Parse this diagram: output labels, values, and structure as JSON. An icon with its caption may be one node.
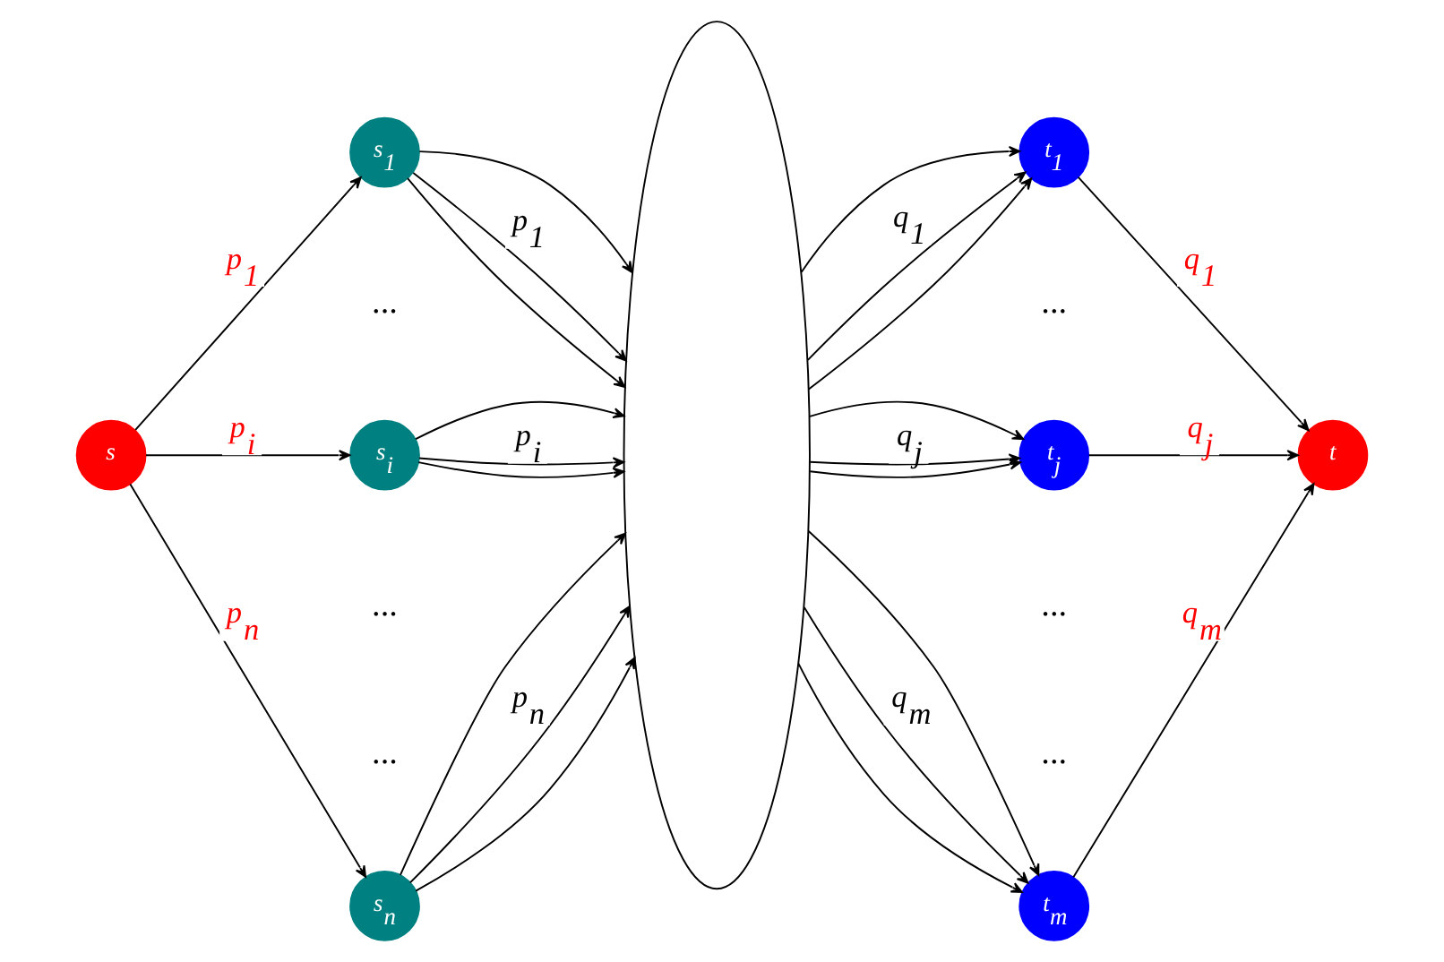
{
  "diagram": {
    "nodes": [
      {
        "text": [
          "s"
        ]
      },
      {
        "text": [
          "s$_{1}$"
        ]
      },
      {
        "text": [
          "s$_{i}$"
        ]
      },
      {
        "text": [
          "s$_{n}$"
        ]
      },
      {
        "text": [],
        "shape": "ellipse"
      },
      {
        "text": [
          "t$_{1}$"
        ]
      },
      {
        "text": [
          "t$_{j}$"
        ]
      },
      {
        "text": [
          "t$_{m}$"
        ]
      },
      {
        "text": [
          "t"
        ]
      }
    ],
    "edges": [
      {
        "from": 0,
        "to": 1,
        "arrow": "to",
        "label": "p$_{1}$"
      },
      {
        "from": 0,
        "to": 2,
        "arrow": "to",
        "label": "p$_{i}$"
      },
      {
        "from": 0,
        "to": 3,
        "arrow": "to",
        "label": "p$_{n}$"
      },
      {
        "from": 1,
        "to": 4,
        "arrow": "to"
      },
      {
        "from": 1,
        "to": 4,
        "arrow": "to",
        "label": "p$_{1}$"
      },
      {
        "from": 1,
        "to": 4,
        "arrow": "to"
      },
      {
        "from": 2,
        "to": 4,
        "arrow": "to"
      },
      {
        "from": 2,
        "to": 4,
        "arrow": "to",
        "label": "p$_{i}$"
      },
      {
        "from": 2,
        "to": 4,
        "arrow": "to"
      },
      {
        "from": 3,
        "to": 4,
        "arrow": "to"
      },
      {
        "from": 3,
        "to": 4,
        "arrow": "to",
        "label": "p$_{n}$"
      },
      {
        "from": 3,
        "to": 4,
        "arrow": "to"
      },
      {
        "from": 4,
        "to": 5,
        "arrow": "to"
      },
      {
        "from": 4,
        "to": 5,
        "arrow": "to",
        "label": "q$_{1}$"
      },
      {
        "from": 4,
        "to": 5,
        "arrow": "to"
      },
      {
        "from": 4,
        "to": 6,
        "arrow": "to"
      },
      {
        "from": 4,
        "to": 6,
        "arrow": "to",
        "label": "q$_{j}$"
      },
      {
        "from": 4,
        "to": 6,
        "arrow": "to"
      },
      {
        "from": 4,
        "to": 7,
        "arrow": "to"
      },
      {
        "from": 4,
        "to": 7,
        "arrow": "to",
        "label": "q$_{m}$"
      },
      {
        "from": 4,
        "to": 7,
        "arrow": "to"
      },
      {
        "from": 5,
        "to": 8,
        "arrow": "to",
        "label": "q$_{1}$"
      },
      {
        "from": 6,
        "to": 8,
        "arrow": "to",
        "label": "q$_{j}$"
      },
      {
        "from": 7,
        "to": 8,
        "arrow": "to",
        "label": "q$_{m}$"
      }
    ],
    "labels": [
      "...",
      "...",
      "...",
      "...",
      "...",
      "..."
    ]
  }
}
